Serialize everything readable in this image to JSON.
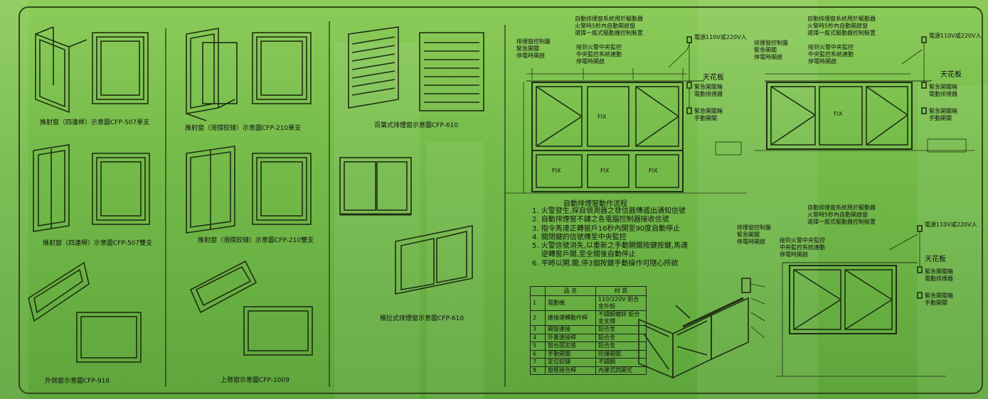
{
  "colors": {
    "background": "#74bb4a",
    "line": "#1f2f12",
    "frame": "#2f4a1a"
  },
  "window_types": [
    {
      "label": "推射窗（四連桿）示意圖CFP-507單支"
    },
    {
      "label": "推射窗（滑撐鉸鏈）示意圖CFP-210單支"
    },
    {
      "label": "百葉式排煙窗示意圖CFP-610"
    },
    {
      "label": "推射窗（四連桿）示意圖CFP-507雙支"
    },
    {
      "label": "推射窗（滑撐鉸鏈）示意圖CFP-210雙支"
    },
    {
      "label": "橫拉式排煙窗示意圖CFP-610"
    },
    {
      "label": "外倒窗示意圖CFP-916"
    },
    {
      "label": "上懸窗示意圖CFP-1009"
    }
  ],
  "elevations": {
    "top_note": "自動排煙窗系統用於驅動器\n火警時5秒內自動開啟窗\n選擇一般式驅動器控制裝置",
    "left_note": "排煙窗控制盤\n緊急開關\n停電時開啟",
    "mid_note": "接到火警中央監控\n中央監控系統連動\n停電時開啟",
    "power_note": "電源110V或220V入",
    "ceiling_label": "天花板",
    "ceiling_label_alt": "天花板",
    "fix": "FIX",
    "side_note_1": "緊急開關箱\n電動排煙器",
    "side_note_2": "緊急開關箱\n手動開關"
  },
  "process": {
    "title": "自動排煙窗動作流程",
    "steps": [
      "1. 火警發生,探自偵測器之發信器傳遞出通知信號",
      "2. 自動排煙窗不鏽之各電腦控制器接收信號",
      "3. 指令馬達正轉窗戶16秒內開至90度自動停止",
      "4. 關閉鍵的信號傳至中央監控",
      "5. 火警信號消失,以重新之手動開關按鍵按鍵,馬達",
      "    逆轉窗戶關,至全關後自動停止",
      "6. 平時以開,關,停3個按鍵手動操作可隨心所欲"
    ]
  },
  "spec_table": {
    "headers": [
      "",
      "品 名",
      "材 質"
    ],
    "rows": [
      [
        "1",
        "電動機",
        "110/220V 鋁合金外殼"
      ],
      [
        "2",
        "連接運轉動作桿",
        "不鏽鋼鍍鋅 鋁合金支撐"
      ],
      [
        "3",
        "開窗連接",
        "鋁合金"
      ],
      [
        "4",
        "外套連接桿",
        "鋁合金"
      ],
      [
        "5",
        "窗台固定座",
        "鋁合金"
      ],
      [
        "6",
        "手動開關",
        "防爆開關"
      ],
      [
        "7",
        "定位鉸鏈",
        "不鏽鋼"
      ],
      [
        "8",
        "窗框接合桿",
        "內建式四開式"
      ]
    ]
  }
}
